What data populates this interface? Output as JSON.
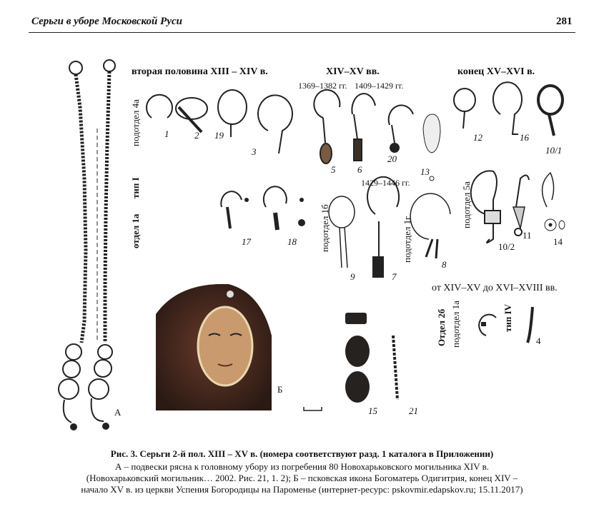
{
  "header": {
    "running_title": "Серьги в уборе Московской Руси",
    "page_number": "281"
  },
  "figure": {
    "sections": [
      "вторая половина XIII – XIV в.",
      "XIV–XV вв.",
      "конец XV–XVI в.",
      "от XIV–XV до XVI–XVIII вв."
    ],
    "dates": [
      "1369–1382 гг.",
      "1409–1429 гг.",
      "1429–1446 гг."
    ],
    "vertical_labels": {
      "sub4a": "подотдел 4а",
      "type1": "тип I",
      "div1a": "отдел 1а",
      "sub1b": "подотдел 1б",
      "sub1g": "подотдел 1г",
      "sub5a": "подотдел 5а",
      "div2b": "Отдел 2б",
      "sub1a": "подотдел 1а",
      "type4": "тип IV"
    },
    "numbers": {
      "n1": "1",
      "n2": "2",
      "n19": "19",
      "n3": "3",
      "n5": "5",
      "n6": "6",
      "n20": "20",
      "n13": "13",
      "n12": "12",
      "n16": "16",
      "n10_1": "10/1",
      "n17": "17",
      "n18": "18",
      "n9": "9",
      "n7": "7",
      "n8": "8",
      "n10_2": "10/2",
      "n11": "11",
      "n14": "14",
      "n4": "4",
      "n15": "15",
      "n21": "21"
    },
    "panel_labels": {
      "a": "А",
      "b": "Б"
    }
  },
  "caption": {
    "title": "Рис. 3. Серьги 2-й пол. XIII – XV в. (номера соответствуют разд. 1 каталога в Приложении)",
    "line1": "А – подвески рясна к головному убору из погребения 80 Новохарьковского могильника XIV в.",
    "line2": "(Новохарьковский могильник… 2002. Рис. 21, 1. 2); Б – псковская икона Богоматерь Одигитрия, конец XIV –",
    "line3": "начало XV в. из церкви Успения Богородицы на Пароменье (интернет-ресурс: pskovmir.edapskov.ru; 15.11.2017)"
  }
}
